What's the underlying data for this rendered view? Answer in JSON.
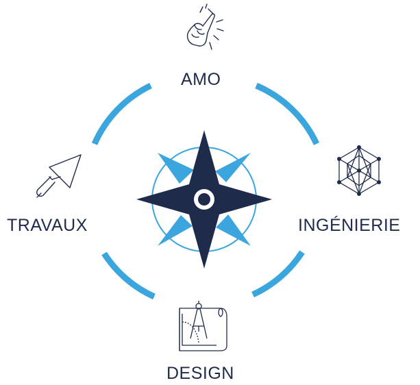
{
  "colors": {
    "navy": "#1e2b4a",
    "blue": "#3aa6dd",
    "background": "#ffffff"
  },
  "segments": [
    {
      "name": "amo",
      "label": "AMO",
      "icon": "pointing-hand-icon"
    },
    {
      "name": "ingenierie",
      "label": "INGÉNIERIE",
      "icon": "network-polyhedron-icon"
    },
    {
      "name": "design",
      "label": "DESIGN",
      "icon": "blueprint-compass-icon"
    },
    {
      "name": "travaux",
      "label": "TRAVAUX",
      "icon": "trowel-icon"
    }
  ],
  "center": {
    "icon": "compass-rose-icon"
  }
}
